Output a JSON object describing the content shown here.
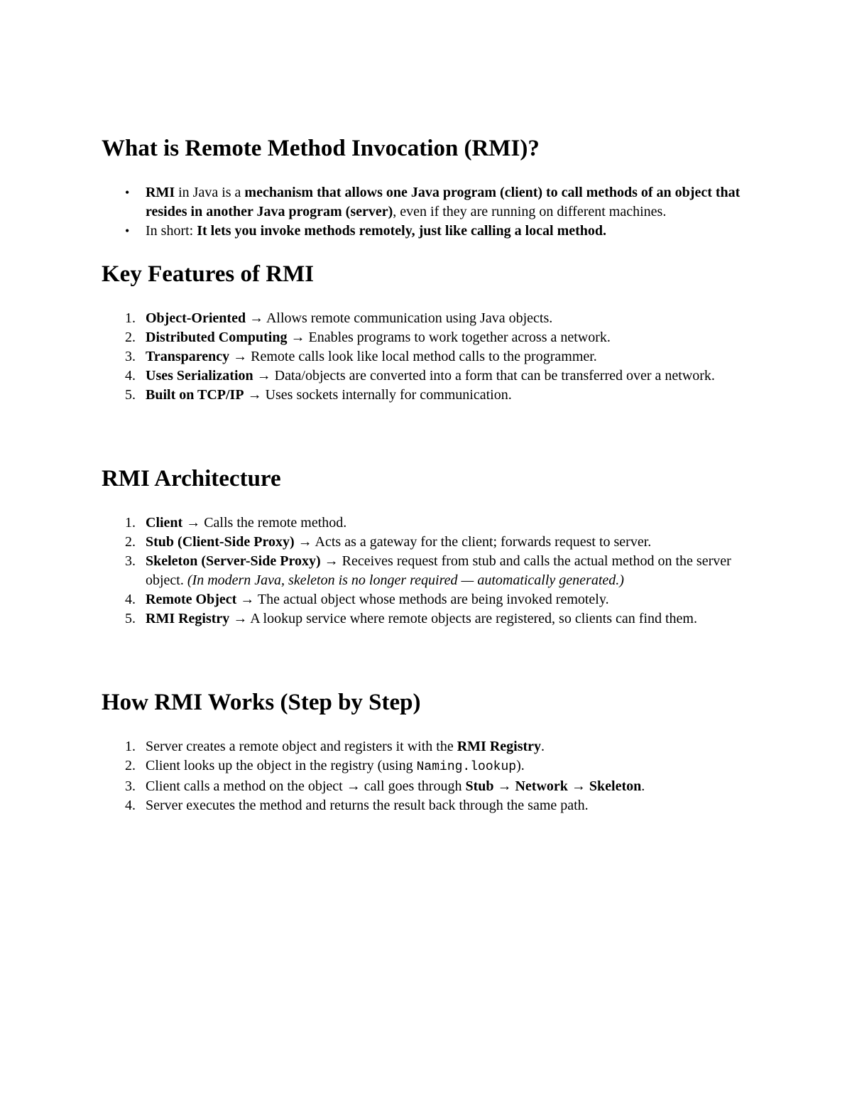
{
  "page": {
    "background_color": "#ffffff",
    "text_color": "#000000"
  },
  "document": {
    "bullet_char": "•",
    "sections": [
      {
        "id": "what-is-rmi",
        "heading": "What is Remote Method Invocation (RMI)?",
        "list_type": "bullet",
        "space_before": "none",
        "items": [
          {
            "marker": "•",
            "runs": [
              {
                "t": "RMI",
                "s": "b"
              },
              {
                "t": " in Java is a ",
                "s": "r"
              },
              {
                "t": "mechanism that allows one Java program (client) to call methods of an object that resides in another Java program (server)",
                "s": "b"
              },
              {
                "t": ", even if they are running on different machines.",
                "s": "r"
              }
            ]
          },
          {
            "marker": "•",
            "runs": [
              {
                "t": "In short: ",
                "s": "r"
              },
              {
                "t": "It lets you invoke methods remotely, just like calling a local method.",
                "s": "b"
              }
            ]
          }
        ]
      },
      {
        "id": "key-features",
        "heading": "Key Features of RMI",
        "list_type": "number",
        "space_before": "small",
        "items": [
          {
            "marker": "1.",
            "runs": [
              {
                "t": "Object-Oriented",
                "s": "b"
              },
              {
                "t": " → Allows remote communication using Java objects.",
                "s": "r"
              }
            ]
          },
          {
            "marker": "2.",
            "runs": [
              {
                "t": "Distributed Computing",
                "s": "b"
              },
              {
                "t": " → Enables programs to work together across a network.",
                "s": "r"
              }
            ]
          },
          {
            "marker": "3.",
            "runs": [
              {
                "t": "Transparency",
                "s": "b"
              },
              {
                "t": " → Remote calls look like local method calls to the programmer.",
                "s": "r"
              }
            ]
          },
          {
            "marker": "4.",
            "runs": [
              {
                "t": "Uses Serialization",
                "s": "b"
              },
              {
                "t": " → Data/objects are converted into a form that can be transferred over a network.",
                "s": "r"
              }
            ]
          },
          {
            "marker": "5.",
            "runs": [
              {
                "t": "Built on TCP/IP",
                "s": "b"
              },
              {
                "t": " → Uses sockets internally for communication.",
                "s": "r"
              }
            ]
          }
        ]
      },
      {
        "id": "rmi-architecture",
        "heading": "RMI Architecture",
        "list_type": "number",
        "space_before": "large",
        "items": [
          {
            "marker": "1.",
            "runs": [
              {
                "t": "Client",
                "s": "b"
              },
              {
                "t": " → Calls the remote method.",
                "s": "r"
              }
            ]
          },
          {
            "marker": "2.",
            "runs": [
              {
                "t": "Stub (Client-Side Proxy)",
                "s": "b"
              },
              {
                "t": " → Acts as a gateway for the client; forwards request to server.",
                "s": "r"
              }
            ]
          },
          {
            "marker": "3.",
            "runs": [
              {
                "t": "Skeleton (Server-Side Proxy)",
                "s": "b"
              },
              {
                "t": " → Receives request from stub and calls the actual method on the server object. ",
                "s": "r"
              },
              {
                "t": "(In modern Java, skeleton is no longer required — automatically generated.)",
                "s": "i"
              }
            ]
          },
          {
            "marker": "4.",
            "runs": [
              {
                "t": "Remote Object",
                "s": "b"
              },
              {
                "t": " → The actual object whose methods are being invoked remotely.",
                "s": "r"
              }
            ]
          },
          {
            "marker": "5.",
            "runs": [
              {
                "t": "RMI Registry",
                "s": "b"
              },
              {
                "t": " → A lookup service where remote objects are registered, so clients can find them.",
                "s": "r"
              }
            ]
          }
        ]
      },
      {
        "id": "how-rmi-works",
        "heading": "How RMI Works (Step by Step)",
        "list_type": "number",
        "space_before": "large",
        "items": [
          {
            "marker": "1.",
            "runs": [
              {
                "t": "Server creates a remote object and registers it with the ",
                "s": "r"
              },
              {
                "t": "RMI Registry",
                "s": "b"
              },
              {
                "t": ".",
                "s": "r"
              }
            ]
          },
          {
            "marker": "2.",
            "runs": [
              {
                "t": "Client looks up the object in the registry (using ",
                "s": "r"
              },
              {
                "t": "Naming.lookup",
                "s": "m"
              },
              {
                "t": ").",
                "s": "r"
              }
            ]
          },
          {
            "marker": "3.",
            "runs": [
              {
                "t": "Client calls a method on the object → call goes through ",
                "s": "r"
              },
              {
                "t": "Stub",
                "s": "b"
              },
              {
                "t": " → ",
                "s": "r"
              },
              {
                "t": "Network",
                "s": "b"
              },
              {
                "t": " → ",
                "s": "r"
              },
              {
                "t": "Skeleton",
                "s": "b"
              },
              {
                "t": ".",
                "s": "r"
              }
            ]
          },
          {
            "marker": "4.",
            "runs": [
              {
                "t": "Server executes the method and returns the result back through the same path.",
                "s": "r"
              }
            ]
          }
        ]
      }
    ]
  }
}
